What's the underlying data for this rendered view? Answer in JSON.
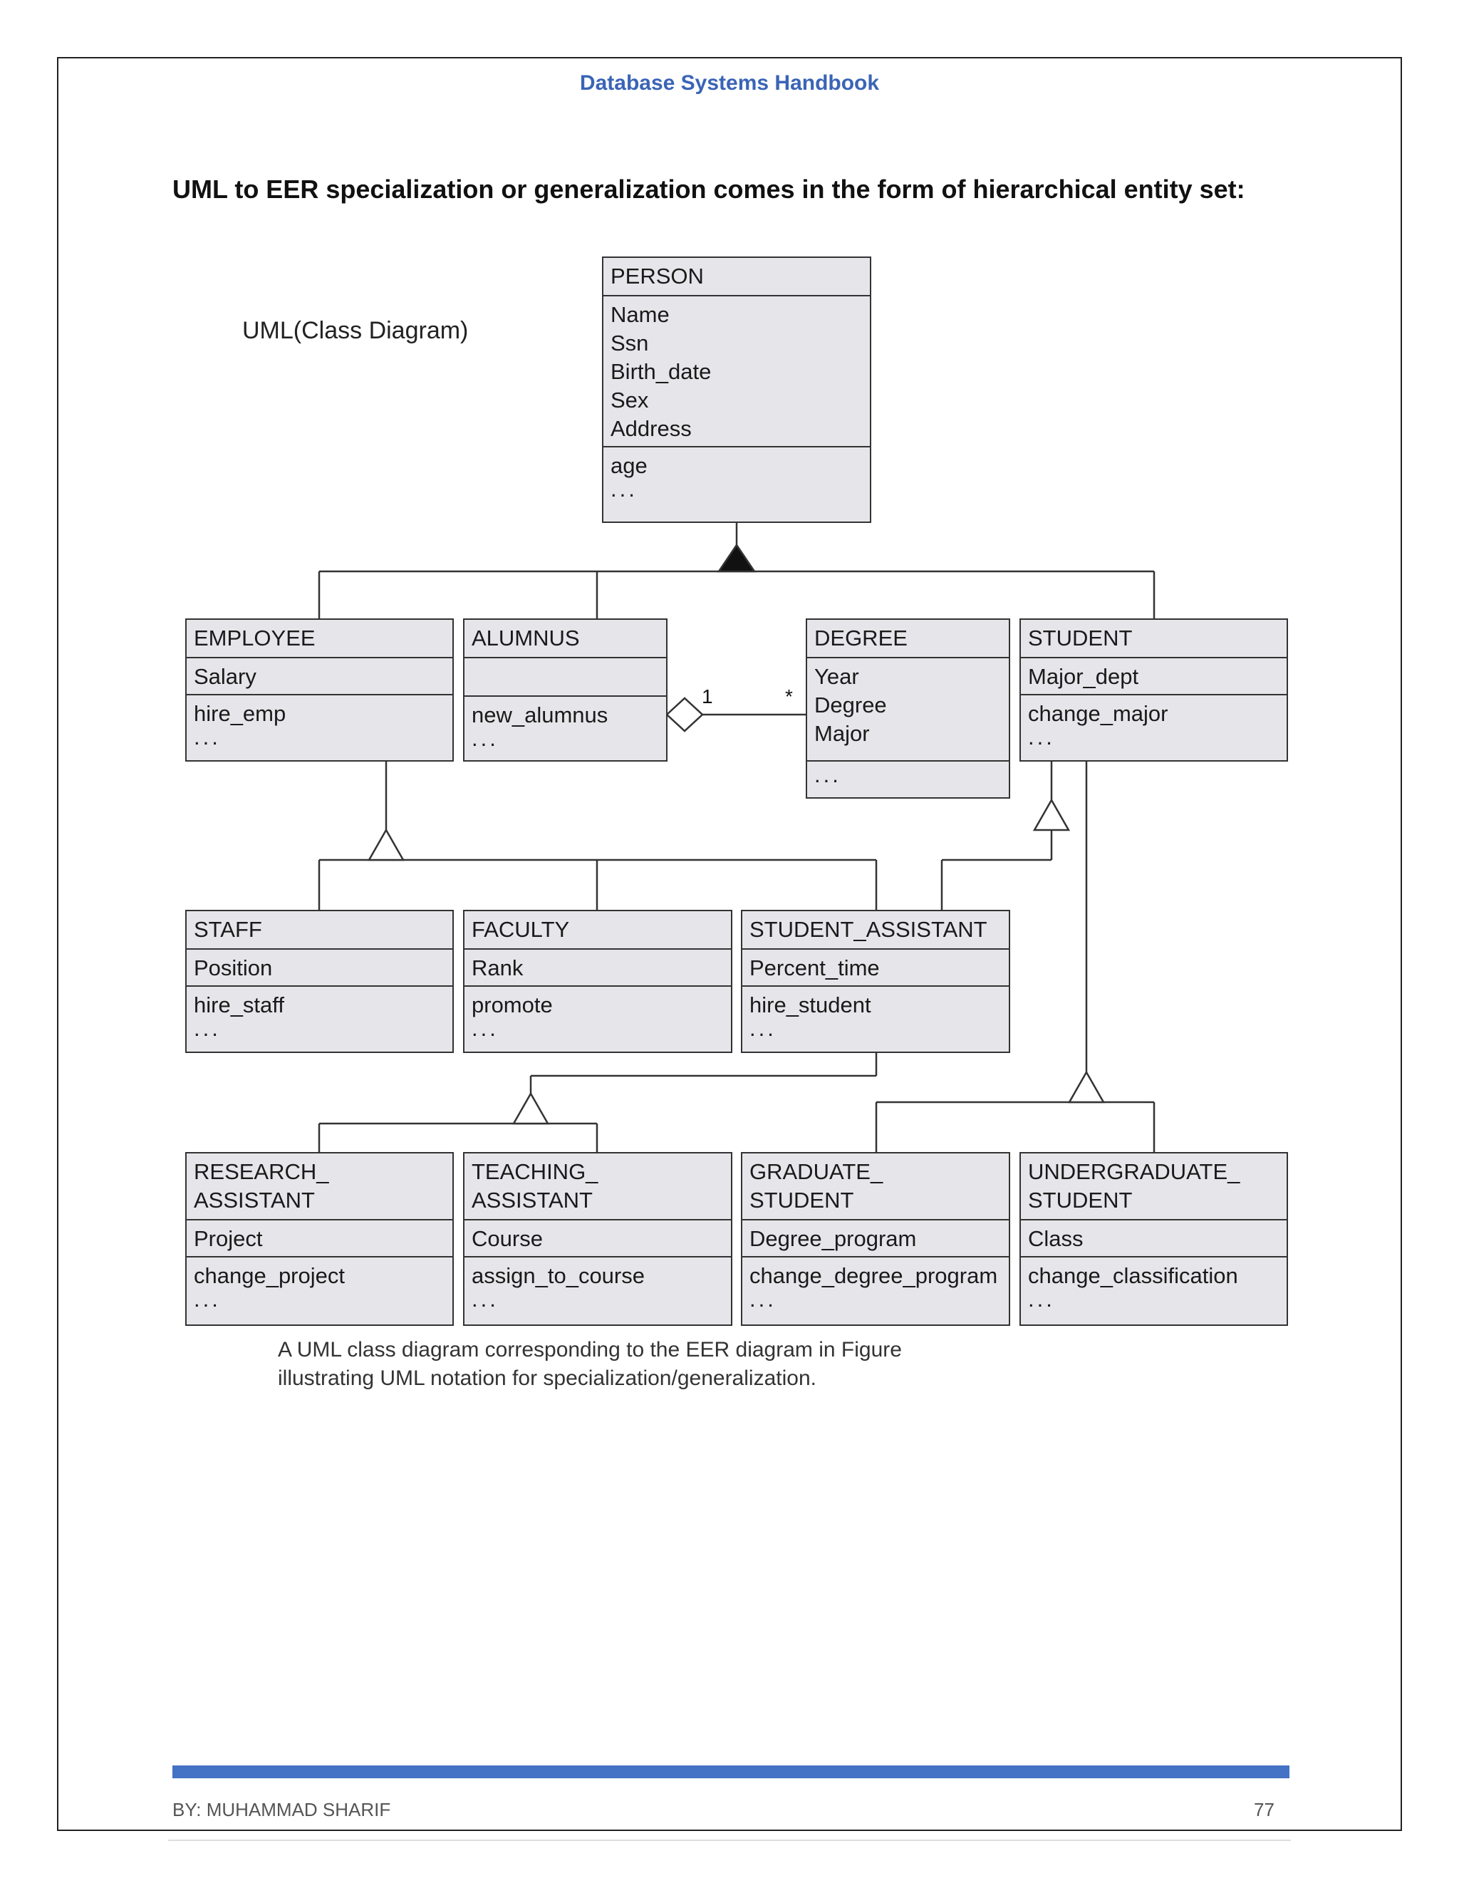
{
  "header": {
    "title": "Database Systems Handbook"
  },
  "heading": "UML to EER specialization or generalization comes in the form of hierarchical entity set:",
  "diagram_label": "UML(Class Diagram)",
  "classes": {
    "person": {
      "name": [
        "PERSON"
      ],
      "attributes": [
        "Name",
        "Ssn",
        "Birth_date",
        "Sex",
        "Address"
      ],
      "operations": [
        "age"
      ],
      "ellipsis": "..."
    },
    "employee": {
      "name": [
        "EMPLOYEE"
      ],
      "attributes": [
        "Salary"
      ],
      "operations": [
        "hire_emp"
      ],
      "ellipsis": "..."
    },
    "alumnus": {
      "name": [
        "ALUMNUS"
      ],
      "attributes": [],
      "operations": [
        "new_alumnus"
      ],
      "ellipsis": "..."
    },
    "degree": {
      "name": [
        "DEGREE"
      ],
      "attributes": [
        "Year",
        "Degree",
        "Major"
      ],
      "operations": [],
      "ellipsis": "..."
    },
    "student": {
      "name": [
        "STUDENT"
      ],
      "attributes": [
        "Major_dept"
      ],
      "operations": [
        "change_major"
      ],
      "ellipsis": "..."
    },
    "staff": {
      "name": [
        "STAFF"
      ],
      "attributes": [
        "Position"
      ],
      "operations": [
        "hire_staff"
      ],
      "ellipsis": "..."
    },
    "faculty": {
      "name": [
        "FACULTY"
      ],
      "attributes": [
        "Rank"
      ],
      "operations": [
        "promote"
      ],
      "ellipsis": "..."
    },
    "student_assistant": {
      "name": [
        "STUDENT_ASSISTANT"
      ],
      "attributes": [
        "Percent_time"
      ],
      "operations": [
        "hire_student"
      ],
      "ellipsis": "..."
    },
    "research_assistant": {
      "name": [
        "RESEARCH_",
        "ASSISTANT"
      ],
      "attributes": [
        "Project"
      ],
      "operations": [
        "change_project"
      ],
      "ellipsis": "..."
    },
    "teaching_assistant": {
      "name": [
        "TEACHING_",
        "ASSISTANT"
      ],
      "attributes": [
        "Course"
      ],
      "operations": [
        "assign_to_course"
      ],
      "ellipsis": "..."
    },
    "graduate_student": {
      "name": [
        "GRADUATE_",
        "STUDENT"
      ],
      "attributes": [
        "Degree_program"
      ],
      "operations": [
        "change_degree_program"
      ],
      "ellipsis": "..."
    },
    "undergraduate_student": {
      "name": [
        "UNDERGRADUATE_",
        "STUDENT"
      ],
      "attributes": [
        "Class"
      ],
      "operations": [
        "change_classification"
      ],
      "ellipsis": "..."
    }
  },
  "association": {
    "alumnus_multiplicity": "1",
    "degree_multiplicity": "*"
  },
  "caption": {
    "line1": "A UML class diagram corresponding to the EER diagram in Figure",
    "line2": "illustrating UML notation for specialization/generalization."
  },
  "footer": {
    "author": "BY: MUHAMMAD SHARIF",
    "page_number": "77",
    "bar_color": "#4472c4"
  },
  "colors": {
    "header_title": "#3a64b6",
    "class_fill": "#e6e6ea"
  }
}
